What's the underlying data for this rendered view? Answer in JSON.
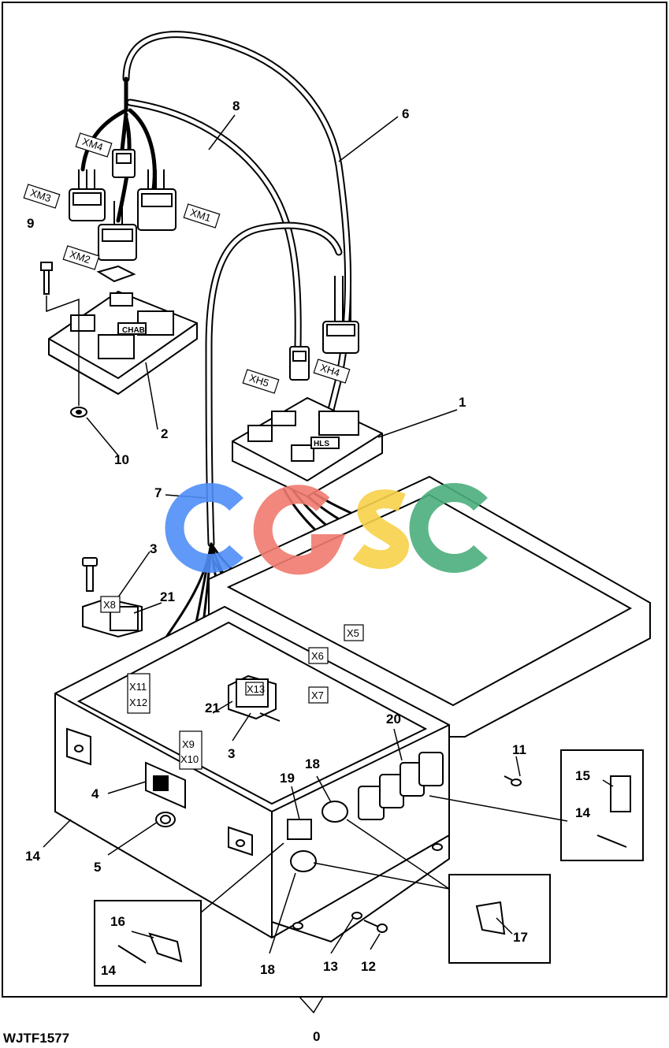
{
  "figure_code": "WJTF1577",
  "assembly_callout": "0",
  "callouts": {
    "c1": "1",
    "c2": "2",
    "c3a": "3",
    "c3b": "3",
    "c4": "4",
    "c5": "5",
    "c6": "6",
    "c7": "7",
    "c8": "8",
    "c9": "9",
    "c10": "10",
    "c11": "11",
    "c12": "12",
    "c13": "13",
    "c14a": "14",
    "c14b": "14",
    "c14c": "14",
    "c15": "15",
    "c16": "16",
    "c17": "17",
    "c18a": "18",
    "c18b": "18",
    "c19": "19",
    "c20": "20",
    "c21a": "21",
    "c21b": "21"
  },
  "connector_tags": {
    "xm4": "XM4",
    "xm3": "XM3",
    "xm1": "XM1",
    "xm2": "XM2",
    "xh5": "XH5",
    "xh4": "XH4",
    "x8": "X8",
    "x5": "X5",
    "x6": "X6",
    "x7": "X7",
    "x11": "X11",
    "x12": "X12",
    "x9": "X9",
    "x10": "X10",
    "x13": "X13"
  },
  "module_labels": {
    "module2": "CHAB",
    "module1": "HLS"
  },
  "watermark": "CGSC",
  "watermark_colors": {
    "c1": "#4f8ef7",
    "g": "#f07b6f",
    "s": "#f7d24a",
    "c2": "#4caf7d"
  }
}
